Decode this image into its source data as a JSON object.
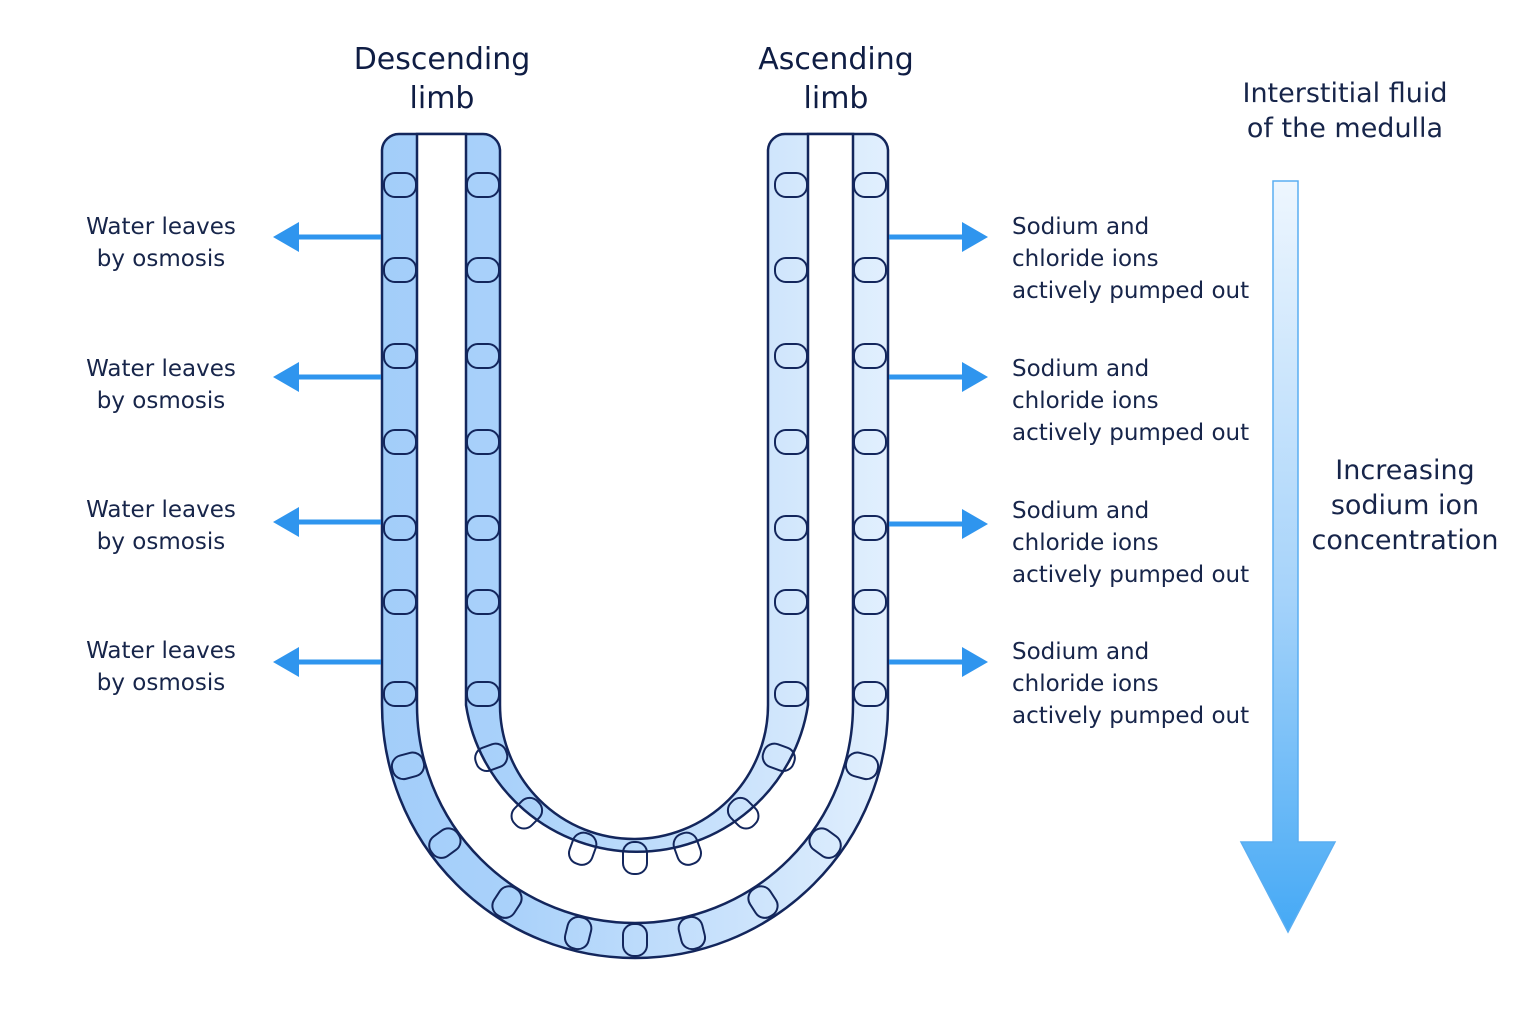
{
  "limbs": {
    "descending": "Descending\nlimb",
    "ascending": "Ascending\nlimb"
  },
  "interstitial_label": "Interstitial fluid\nof the medulla",
  "gradient_label": "Increasing\nsodium ion\nconcentration",
  "water_labels": [
    "Water leaves\nby osmosis",
    "Water leaves\nby osmosis",
    "Water leaves\nby osmosis",
    "Water leaves\nby osmosis"
  ],
  "sodium_labels": [
    "Sodium and\nchloride ions\nactively pumped out",
    "Sodium and\nchloride ions\nactively pumped out",
    "Sodium and\nchloride ions\nactively pumped out",
    "Sodium and\nchloride ions\nactively pumped out"
  ],
  "colors": {
    "outline": "#13265c",
    "arrow": "#2f95ee",
    "descending_fill": "#a4cffa",
    "ascending_fill": "#eaf4fd",
    "gradient_top": "#eef6fe",
    "gradient_bottom": "#45a9f5"
  }
}
